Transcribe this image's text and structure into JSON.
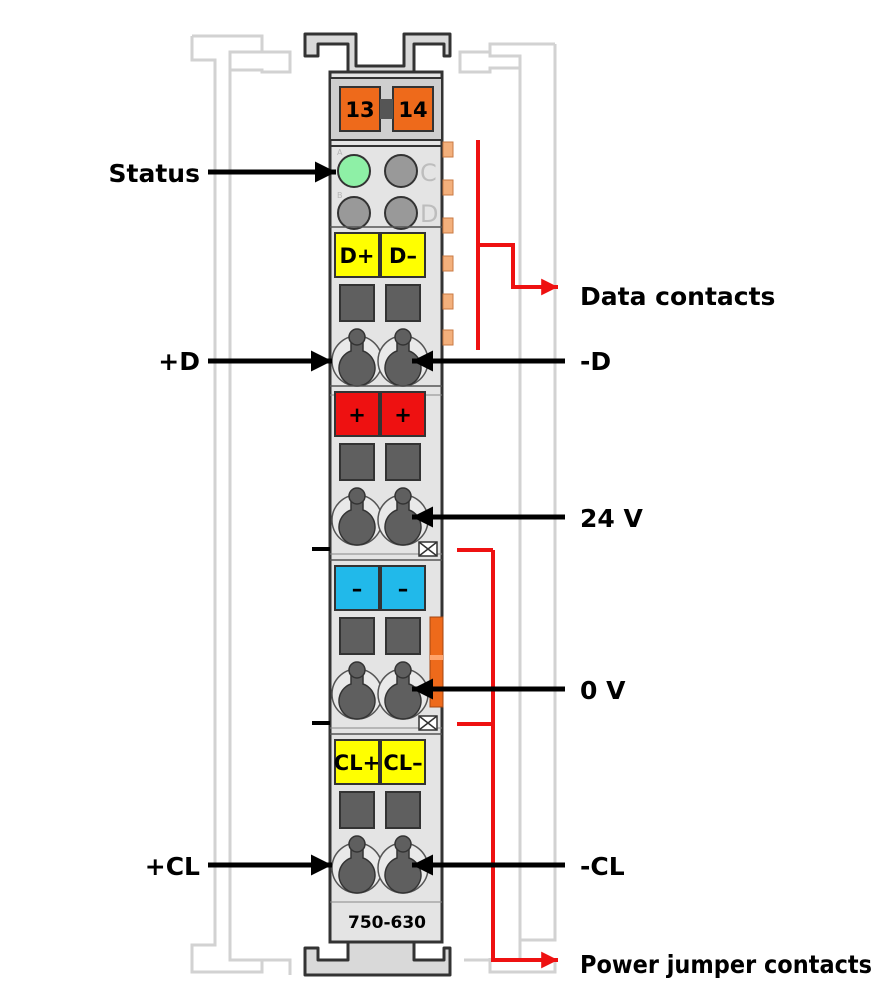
{
  "diagram": {
    "header_markers": [
      "13",
      "14"
    ],
    "led_letters": {
      "a": "A",
      "b": "B",
      "c": "C",
      "d": "D"
    },
    "terminal_markers": {
      "row1": [
        "D+",
        "D–"
      ],
      "row2": [
        "+",
        "+"
      ],
      "row3": [
        "–",
        "–"
      ],
      "row4": [
        "CL+",
        "CL–"
      ]
    },
    "model_number": "750-630",
    "callouts": {
      "status": "Status",
      "plus_d": "+D",
      "minus_d": "-D",
      "v24": "24 V",
      "v0": "0 V",
      "plus_cl": "+CL",
      "minus_cl": "-CL",
      "data_contacts": "Data contacts",
      "power_jumper_contacts": "Power jumper contacts"
    },
    "colors": {
      "housing": "#e4e4e4",
      "outline": "#333333",
      "orange_marker": "#ee6a1b",
      "yellow_marker": "#ffff00",
      "red_marker": "#ee1111",
      "blue_marker": "#21b9ea",
      "led_green": "#8ef0a6",
      "led_gray": "#999999",
      "red_line": "#ee1111",
      "arrow": "#000000"
    }
  }
}
